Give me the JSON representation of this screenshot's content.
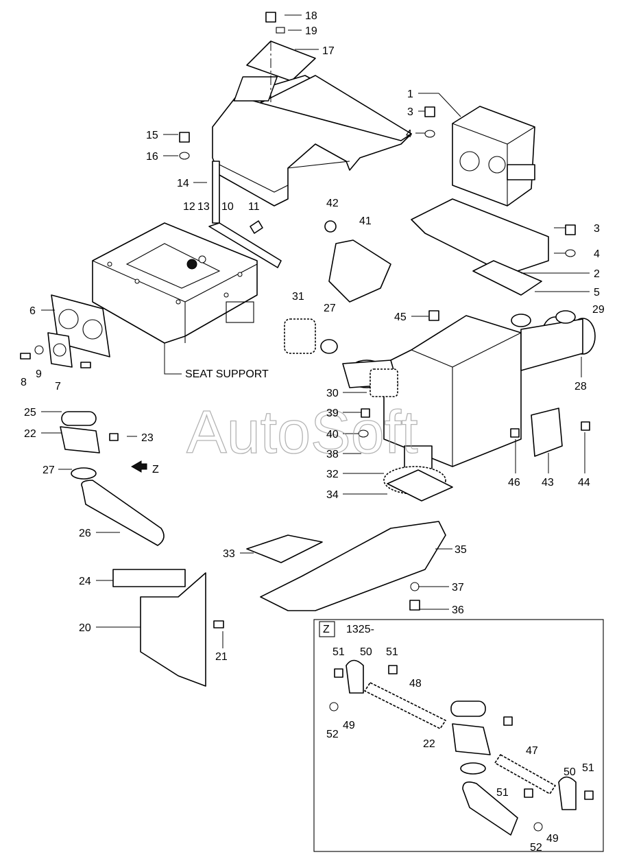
{
  "callouts": {
    "c1": "1",
    "c2": "2",
    "c3a": "3",
    "c3b": "3",
    "c4a": "4",
    "c4b": "4",
    "c5": "5",
    "c6": "6",
    "c7": "7",
    "c8": "8",
    "c9": "9",
    "c10": "10",
    "c11": "11",
    "c12": "12",
    "c13": "13",
    "c14": "14",
    "c15": "15",
    "c16": "16",
    "c17": "17",
    "c18": "18",
    "c19": "19",
    "c20": "20",
    "c21": "21",
    "c22a": "22",
    "c22b": "22",
    "c23": "23",
    "c24": "24",
    "c25": "25",
    "c26": "26",
    "c27a": "27",
    "c27b": "27",
    "c28": "28",
    "c29": "29",
    "c30": "30",
    "c31": "31",
    "c32": "32",
    "c33": "33",
    "c34": "34",
    "c35": "35",
    "c36": "36",
    "c37": "37",
    "c38": "38",
    "c39": "39",
    "c40": "40",
    "c41": "41",
    "c42": "42",
    "c43": "43",
    "c44": "44",
    "c45": "45",
    "c46": "46",
    "c47": "47",
    "c48": "48",
    "c49a": "49",
    "c49b": "49",
    "c50a": "50",
    "c50b": "50",
    "c51a": "51",
    "c51b": "51",
    "c51c": "51",
    "c51d": "51",
    "c52a": "52",
    "c52b": "52"
  },
  "labels": {
    "seat_support": "SEAT SUPPORT",
    "view_arrow": "Z",
    "inset_tag": "Z",
    "inset_serial": "1325-"
  },
  "watermark": "AutoSoft"
}
